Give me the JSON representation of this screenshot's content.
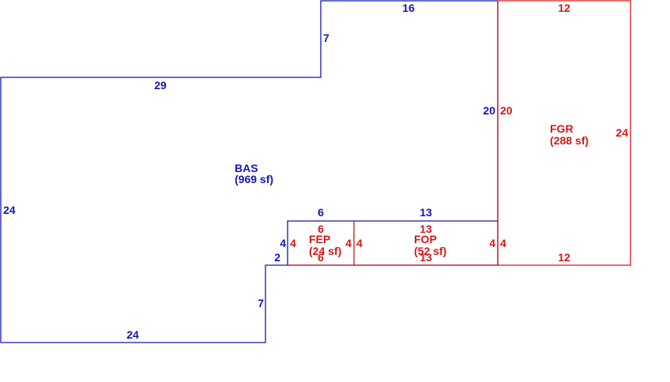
{
  "colors": {
    "base": "#1515b5",
    "addition": "#d41818"
  },
  "areas": {
    "bas": {
      "code": "BAS",
      "size": "(969 sf)"
    },
    "fgr": {
      "code": "FGR",
      "size": "(288 sf)"
    },
    "fep": {
      "code": "FEP",
      "size": "(24 sf)"
    },
    "fop": {
      "code": "FOP",
      "size": "(52 sf)"
    }
  },
  "dims": {
    "bas_top": "16",
    "bas_step": "7",
    "bas_upper_left": "29",
    "bas_right": "20",
    "bas_left": "24",
    "bas_porch_top_a": "6",
    "bas_porch_top_b": "13",
    "bas_porch_side": "4",
    "bas_notch": "2",
    "bas_lower_step": "7",
    "bas_bottom": "24",
    "fgr_top": "12",
    "fgr_left": "20",
    "fgr_right": "24",
    "fgr_bottom": "12",
    "fep_top": "6",
    "fep_bottom": "6",
    "fep_left": "4",
    "fep_right": "4",
    "fop_top": "13",
    "fop_bottom": "13",
    "fop_left": "4",
    "fop_right": "4",
    "fop_right_outer": "4"
  }
}
